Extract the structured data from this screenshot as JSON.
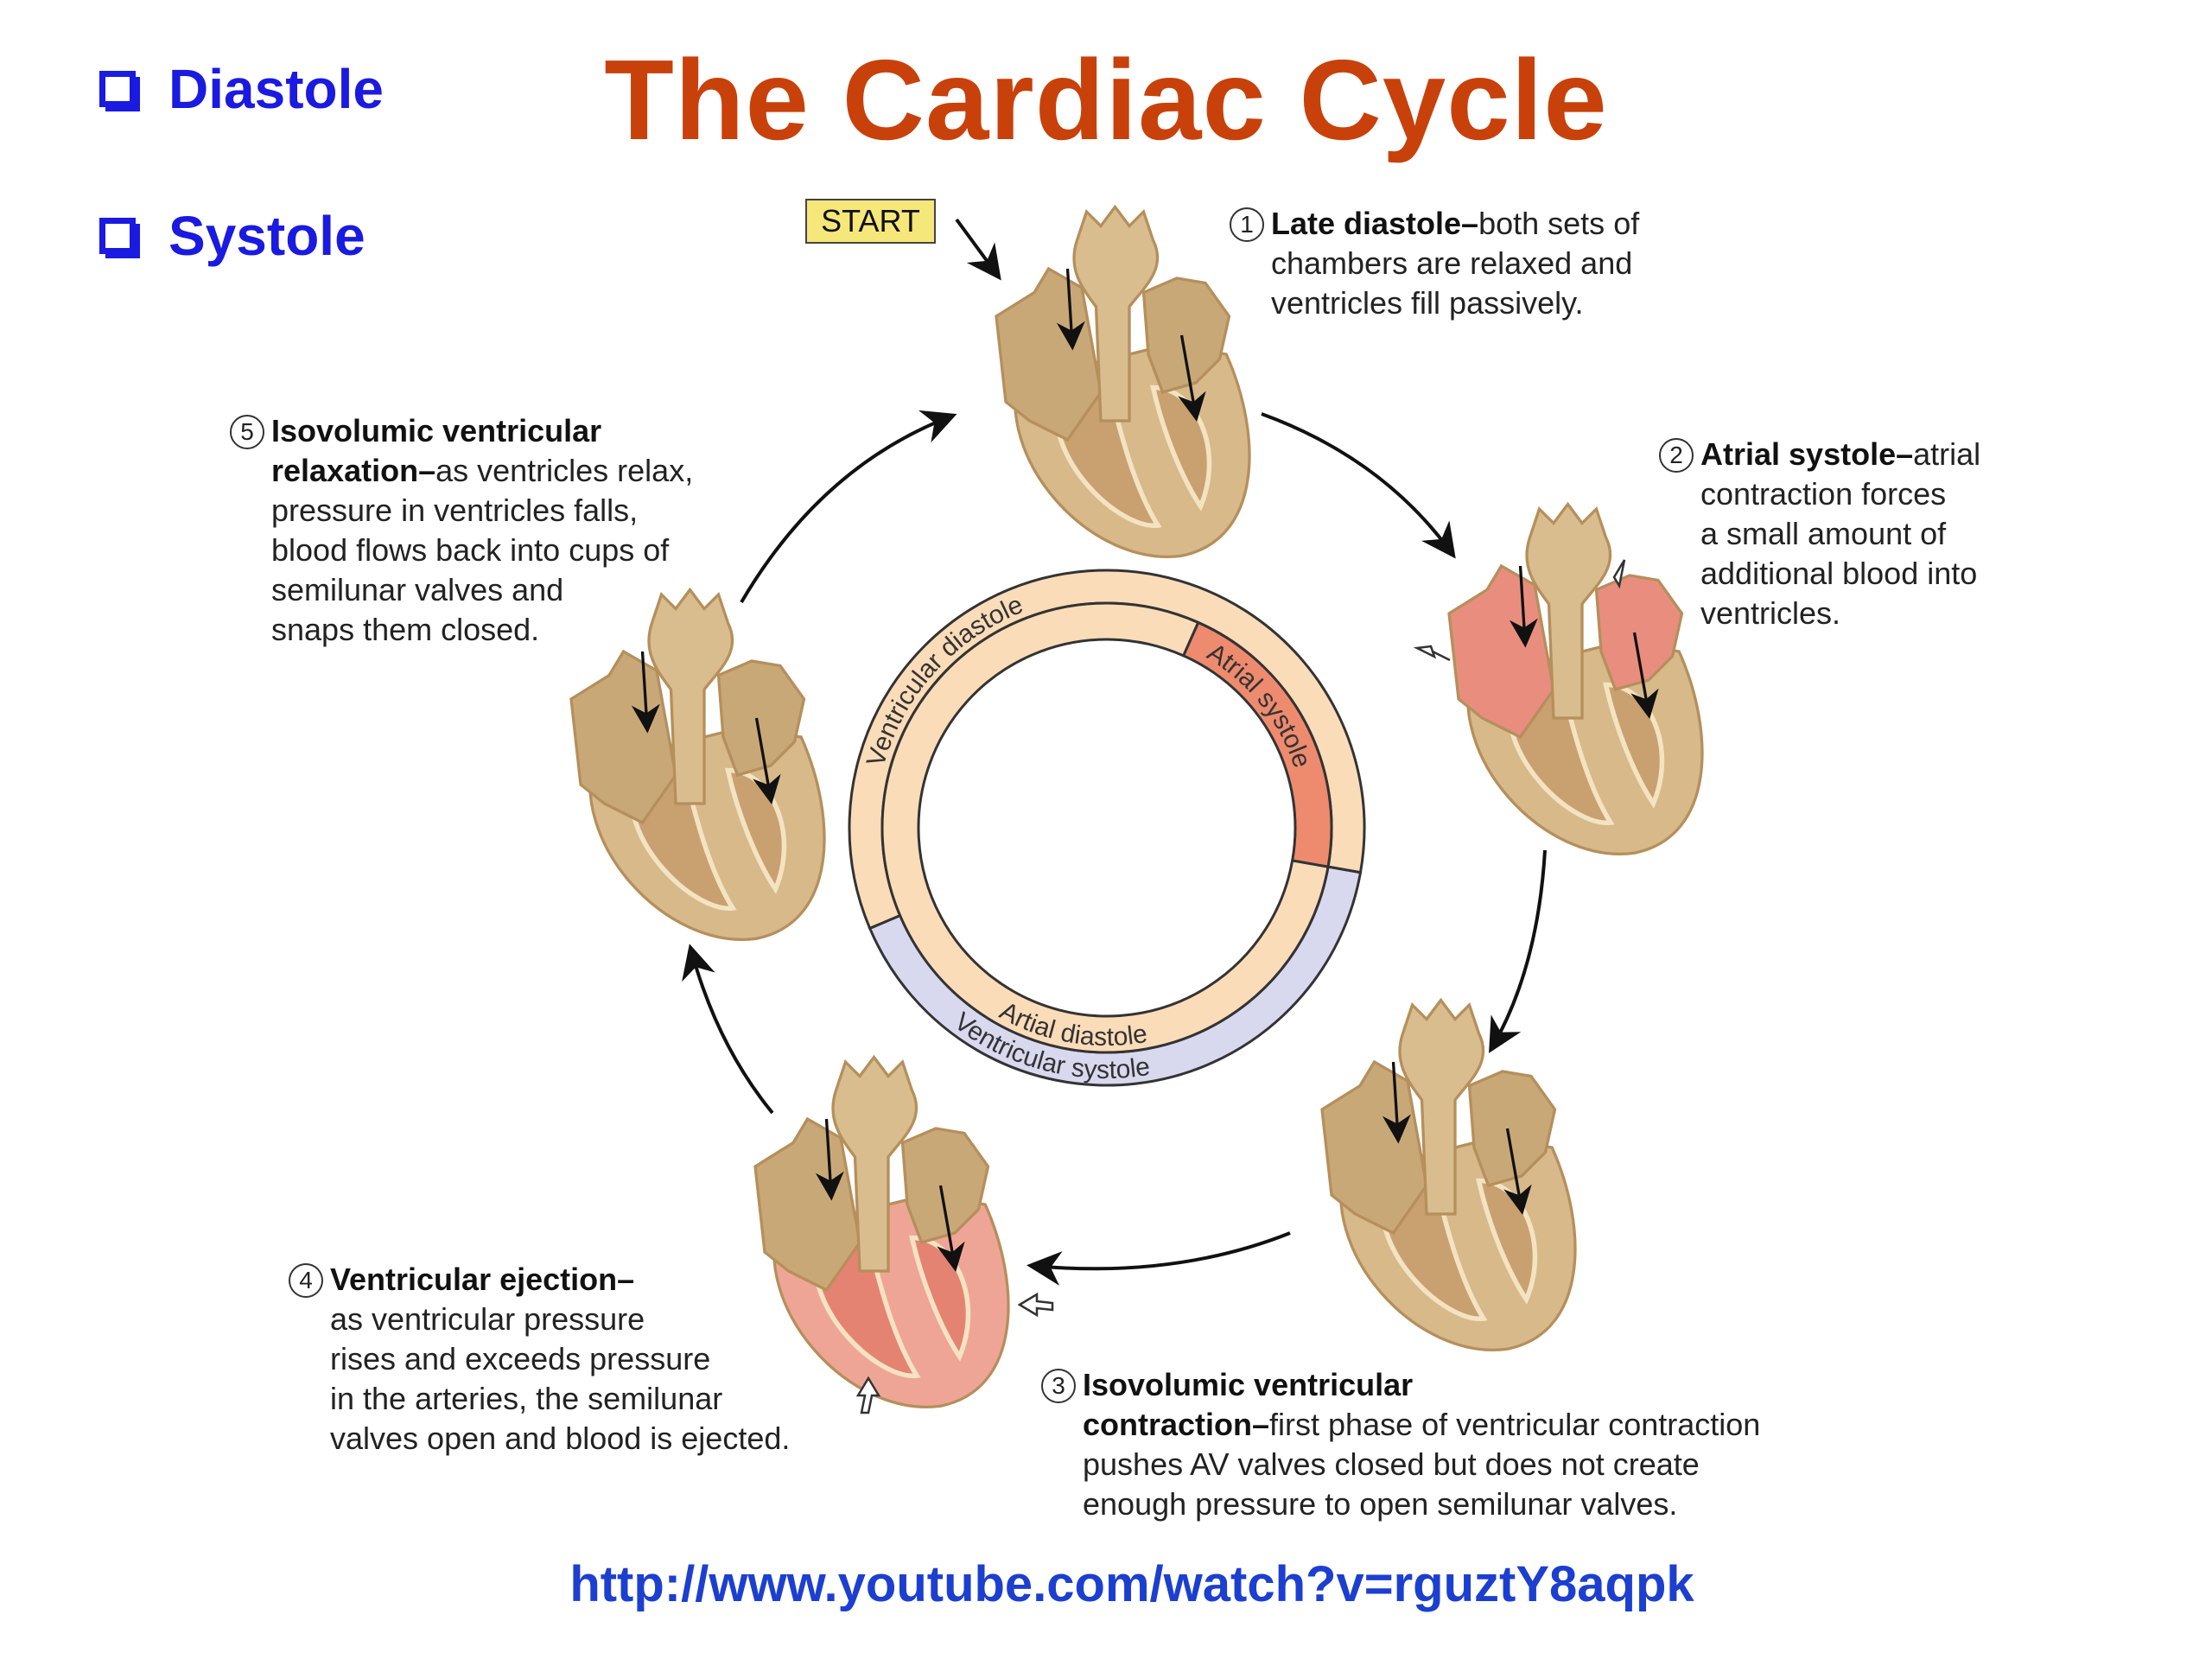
{
  "title": "The Cardiac Cycle",
  "checklist": [
    {
      "label": "Diastole",
      "icon": "checkbox-icon"
    },
    {
      "label": "Systole",
      "icon": "checkbox-icon"
    }
  ],
  "start_label": "START",
  "steps": [
    {
      "num": "1",
      "lines": [
        {
          "b": "Late diastole–",
          "t": "both sets of"
        },
        {
          "b": "",
          "t": "chambers are relaxed and"
        },
        {
          "b": "",
          "t": "ventricles fill passively."
        }
      ]
    },
    {
      "num": "2",
      "lines": [
        {
          "b": "Atrial systole–",
          "t": "atrial"
        },
        {
          "b": "",
          "t": "contraction forces"
        },
        {
          "b": "",
          "t": "a small amount of"
        },
        {
          "b": "",
          "t": "additional blood into"
        },
        {
          "b": "",
          "t": "ventricles."
        }
      ]
    },
    {
      "num": "3",
      "lines": [
        {
          "b": "Isovolumic ventricular",
          "t": ""
        },
        {
          "b": "contraction–",
          "t": "first phase of ventricular contraction"
        },
        {
          "b": "",
          "t": "pushes AV valves closed but does not create"
        },
        {
          "b": "",
          "t": "enough pressure to open semilunar valves."
        }
      ]
    },
    {
      "num": "4",
      "lines": [
        {
          "b": "Ventricular ejection–",
          "t": ""
        },
        {
          "b": "",
          "t": "as ventricular pressure"
        },
        {
          "b": "",
          "t": "rises and exceeds pressure"
        },
        {
          "b": "",
          "t": "in the arteries, the semilunar"
        },
        {
          "b": "",
          "t": "valves open and blood is ejected."
        }
      ]
    },
    {
      "num": "5",
      "lines": [
        {
          "b": "Isovolumic ventricular",
          "t": ""
        },
        {
          "b": "relaxation–",
          "t": "as ventricles relax,"
        },
        {
          "b": "",
          "t": "pressure in ventricles falls,"
        },
        {
          "b": "",
          "t": "blood flows back into cups of"
        },
        {
          "b": "",
          "t": "semilunar valves and"
        },
        {
          "b": "",
          "t": "snaps them closed."
        }
      ]
    }
  ],
  "ring": {
    "ventricular_diastole": "Ventricular diastole",
    "atrial_systole": "Atrial systole",
    "atrial_diastole": "Artial diastole",
    "ventricular_systole": "Ventricular systole"
  },
  "colors": {
    "title": "#c8410b",
    "link": "#1c3fd0",
    "peach": "#fbdcb8",
    "atrial_systole": "#ee8a6e",
    "ventricular_systole": "#d8d8ef",
    "heart": "#c9a878",
    "heart_active": "#e98e7e"
  },
  "url": "http://www.youtube.com/watch?v=rguztY8aqpk"
}
